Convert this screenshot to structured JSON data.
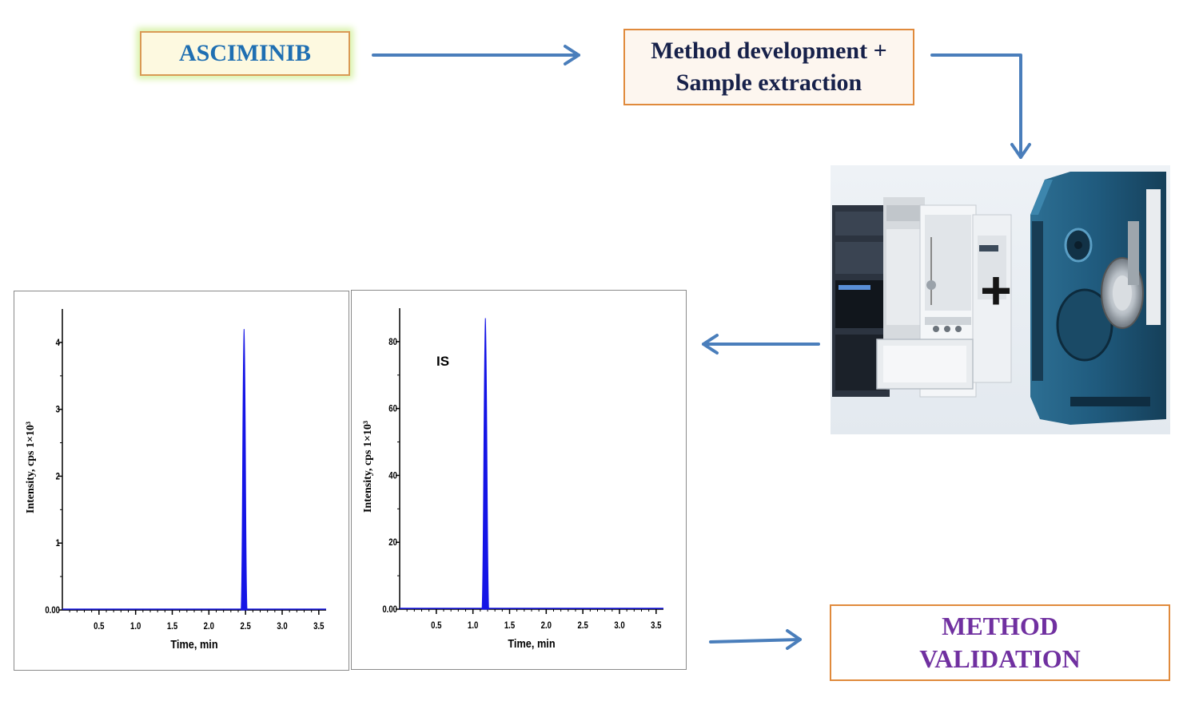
{
  "flow": {
    "start_label": "ASCIMINIB",
    "method_line1": "Method development +",
    "method_line2": "Sample extraction",
    "validation_line1": "METHOD",
    "validation_line2": "VALIDATION"
  },
  "colors": {
    "arrow": "#4a7ebb",
    "peak": "#1414e6",
    "start_text": "#1f6fb2",
    "method_text": "#17214a",
    "validation_text": "#7030a0",
    "box_border": "#e08a3c"
  },
  "instrument": {
    "plus_sign": "+"
  },
  "chart_data": [
    {
      "type": "area",
      "ylabel": "Intensity, cps 1×10³",
      "xlabel": "Time, min",
      "annotation": "",
      "xlim": [
        0,
        3.6
      ],
      "ylim": [
        0,
        4.5
      ],
      "x_ticks": [
        0.5,
        1.0,
        1.5,
        2.0,
        2.5,
        3.0,
        3.5
      ],
      "x_tick_labels": [
        "0.5",
        "1.0",
        "1.5",
        "2.0",
        "2.5",
        "3.0",
        "3.5"
      ],
      "y_ticks": [
        0,
        1,
        2,
        3,
        4
      ],
      "y_tick_labels": [
        "0.00",
        "1",
        "2",
        "3",
        "4"
      ],
      "peak": {
        "x": 2.48,
        "y": 4.2,
        "width": 0.08
      },
      "grid": false
    },
    {
      "type": "area",
      "ylabel": "Intensity, cps 1×10³",
      "xlabel": "Time, min",
      "annotation": "IS",
      "xlim": [
        0,
        3.6
      ],
      "ylim": [
        0,
        90
      ],
      "x_ticks": [
        0.5,
        1.0,
        1.5,
        2.0,
        2.5,
        3.0,
        3.5
      ],
      "x_tick_labels": [
        "0.5",
        "1.0",
        "1.5",
        "2.0",
        "2.5",
        "3.0",
        "3.5"
      ],
      "y_ticks": [
        0,
        20,
        40,
        60,
        80
      ],
      "y_tick_labels": [
        "0.00",
        "20",
        "40",
        "60",
        "80"
      ],
      "peak": {
        "x": 1.17,
        "y": 87,
        "width": 0.09
      },
      "grid": false
    }
  ]
}
